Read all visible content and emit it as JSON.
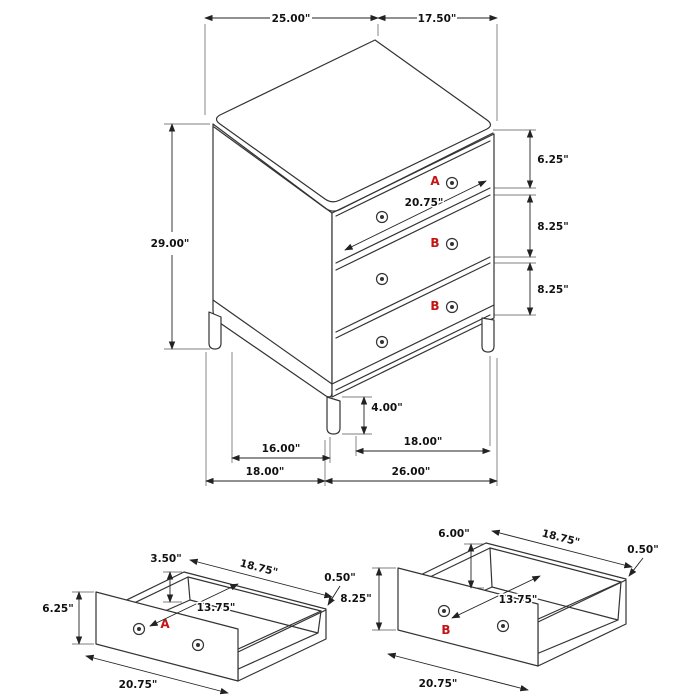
{
  "meta": {
    "accent_color": "#c41414",
    "line_color": "#333333",
    "background": "#ffffff",
    "drawing_type": "furniture dimension diagram, 3-drawer chest with two drawer detail views"
  },
  "chest": {
    "drawer_labels": {
      "top": "A",
      "middle": "B",
      "bottom": "B"
    },
    "dims": {
      "top_width": "25.00\"",
      "top_depth": "17.50\"",
      "top_drawer_height": "6.25\"",
      "middle_drawer_height": "8.25\"",
      "bottom_drawer_height": "8.25\"",
      "overall_height": "29.00\"",
      "drawer_front_width": "20.75\"",
      "leg_height": "4.00\"",
      "leg_span_left": "16.00\"",
      "leg_span_right": "18.00\"",
      "footprint_depth": "18.00\"",
      "footprint_width": "26.00\""
    }
  },
  "drawer_a": {
    "label": "A",
    "dims": {
      "side_height": "3.50\"",
      "opening_width": "18.75\"",
      "wall_thickness": "0.50\"",
      "inner_depth": "13.75\"",
      "front_height": "6.25\"",
      "front_width": "20.75\""
    }
  },
  "drawer_b": {
    "label": "B",
    "dims": {
      "side_height": "6.00\"",
      "opening_width": "18.75\"",
      "wall_thickness": "0.50\"",
      "inner_depth": "13.75\"",
      "front_height": "8.25\"",
      "front_width": "20.75\""
    }
  }
}
